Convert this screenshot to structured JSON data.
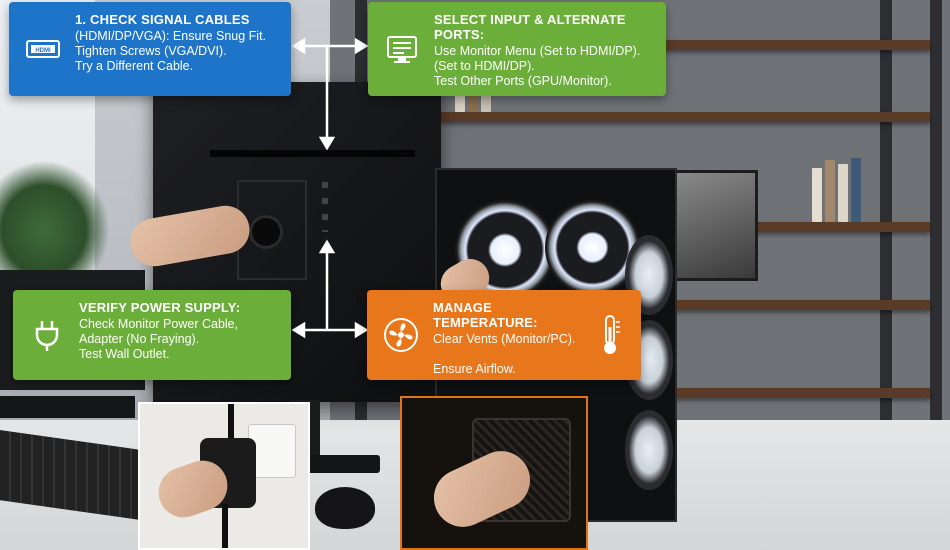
{
  "cards": {
    "signal_cables": {
      "title": "1. CHECK SIGNAL CABLES",
      "lines": [
        "(HDMI/DP/VGA): Ensure Snug Fit.",
        "Tighten Screws (VGA/DVI).",
        "Try a Different Cable."
      ],
      "icon": "hdmi-port-icon",
      "color": "#1e74c8"
    },
    "input_ports": {
      "title": "SELECT INPUT & ALTERNATE PORTS:",
      "lines": [
        "Use Monitor Menu (Set to HDMI/DP).",
        "(Set to HDMI/DP).",
        "Test Other Ports (GPU/Monitor)."
      ],
      "icon": "monitor-menu-icon",
      "color": "#6cae3a"
    },
    "power_supply": {
      "title": "VERIFY POWER SUPPLY:",
      "lines": [
        "Check Monitor Power Cable,",
        "Adapter (No Fraying).",
        "Test Wall Outlet."
      ],
      "icon": "power-plug-icon",
      "color": "#6cae3a"
    },
    "temperature": {
      "title": "MANAGE TEMPERATURE:",
      "lines": [
        "Clear Vents (Monitor/PC).",
        "",
        "Ensure Airflow."
      ],
      "icon": "fan-thermometer-icon",
      "color": "#e8761a"
    }
  }
}
